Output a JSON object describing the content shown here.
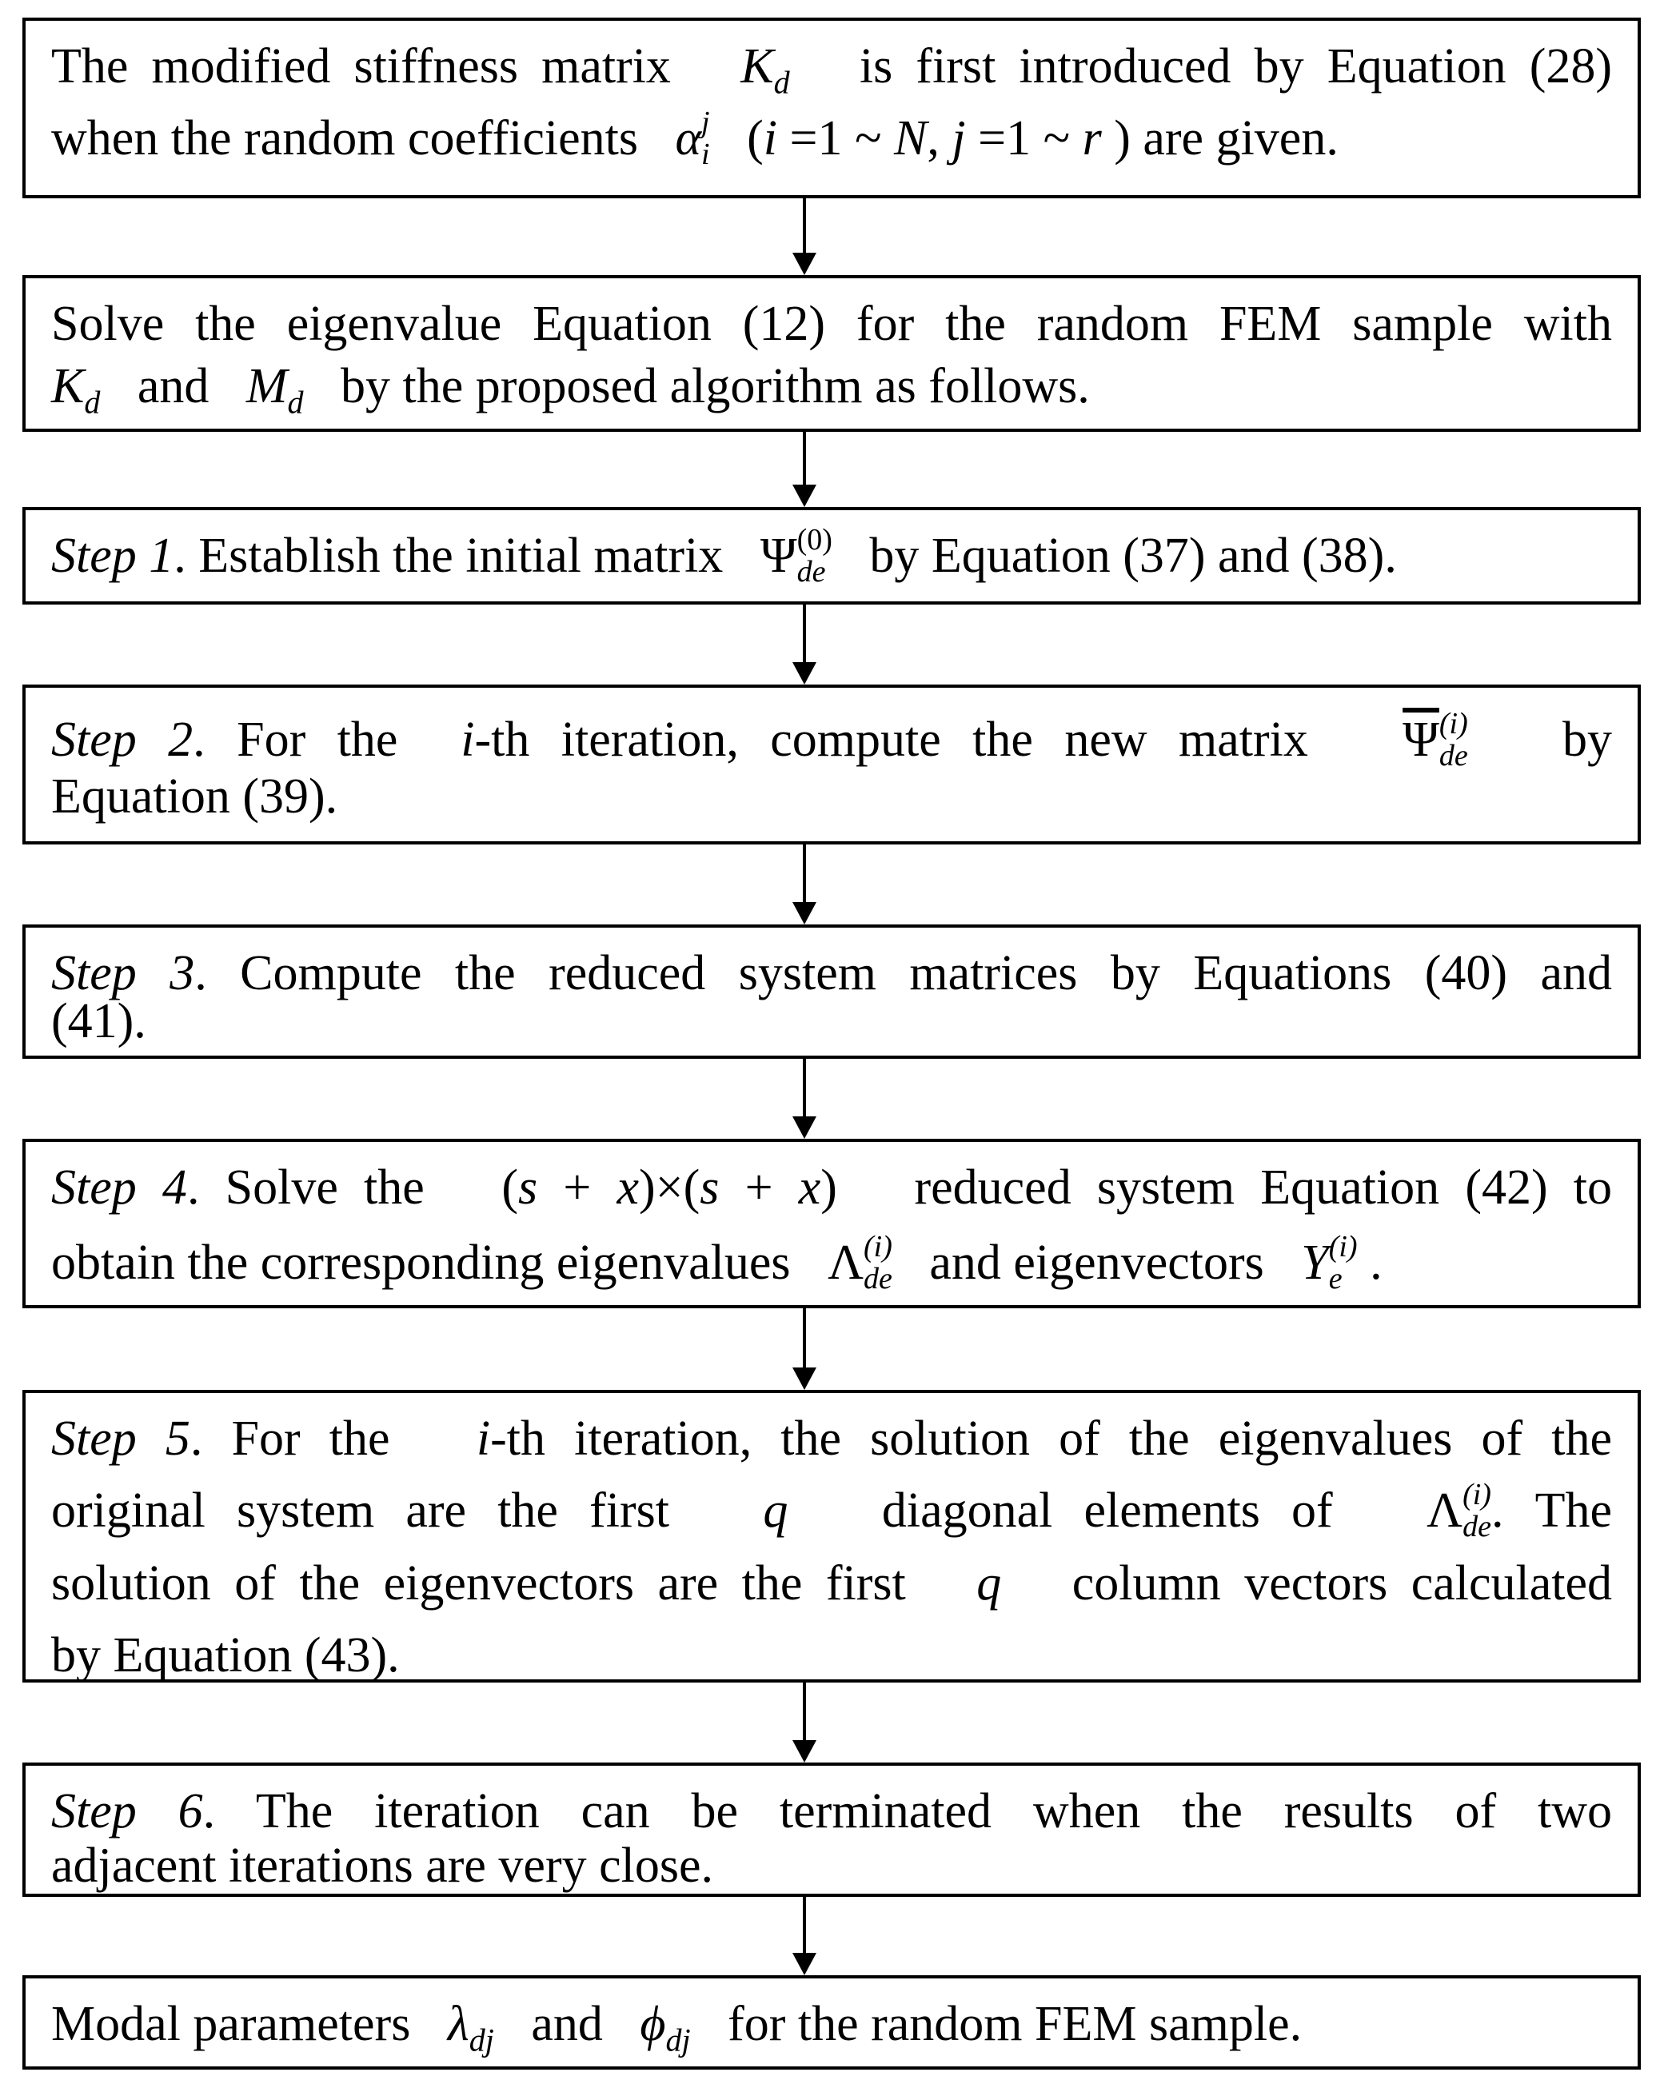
{
  "boxes": [
    {
      "id": "intro",
      "parts": [
        "The modified stiffness matrix",
        "is first introduced by Equation (28)",
        "when the random coefficients",
        "(",
        "=",
        "~",
        ",",
        "=",
        "~",
        ") are given."
      ]
    },
    {
      "id": "solve",
      "parts": [
        "Solve the eigenvalue Equation (12) for the random FEM sample with",
        "and",
        "by the proposed algorithm as follows."
      ]
    },
    {
      "id": "step1",
      "label": "Step 1",
      "parts": [
        ". Establish the initial matrix",
        "by Equation (37) and (38)."
      ]
    },
    {
      "id": "step2",
      "label": "Step 2",
      "parts": [
        ". For the",
        "-th iteration, compute the new matrix",
        "by",
        "Equation (39)."
      ]
    },
    {
      "id": "step3",
      "label": "Step 3",
      "parts": [
        ". Compute the reduced system matrices by Equations (40) and",
        "(41)."
      ]
    },
    {
      "id": "step4",
      "label": "Step 4",
      "parts": [
        ". Solve the",
        "reduced system Equation (42) to",
        "obtain the corresponding eigenvalues",
        "and eigenvectors",
        "."
      ]
    },
    {
      "id": "step5",
      "label": "Step 5",
      "parts": [
        ". For the",
        "-th iteration, the solution of the eigenvalues of the",
        "original system are the first",
        "diagonal elements of",
        ". The",
        "solution of the eigenvectors are the first",
        "column vectors calculated",
        "by Equation (43)."
      ]
    },
    {
      "id": "step6",
      "label": "Step 6",
      "parts": [
        ". The iteration can be terminated when the results of two",
        "adjacent iterations are very close."
      ]
    },
    {
      "id": "result",
      "parts": [
        "Modal parameters",
        "and",
        "for the random FEM sample."
      ]
    }
  ],
  "symbols": {
    "K": "K",
    "M": "M",
    "d": "d",
    "alpha": "α",
    "i": "i",
    "j": "j",
    "N": "N",
    "r": "r",
    "one": "1",
    "Psi": "Ψ",
    "de": "de",
    "zero_sup": "(0)",
    "i_sup": "(i)",
    "s": "s",
    "x": "x",
    "plus": "+",
    "times": "×",
    "lpar": "(",
    "rpar": ")",
    "Lambda": "Λ",
    "Y": "Y",
    "e": "e",
    "q": "q",
    "lambda": "λ",
    "phi": "ϕ",
    "dj": "dj"
  },
  "colors": {
    "border": "#000000",
    "background": "#ffffff",
    "text": "#000000"
  }
}
